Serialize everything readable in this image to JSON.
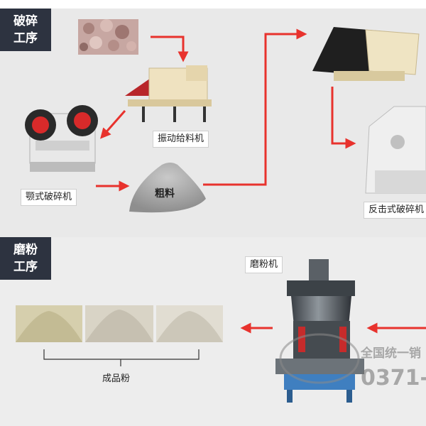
{
  "stages": {
    "crushing": {
      "line1": "破碎",
      "line2": "工序"
    },
    "grinding": {
      "line1": "磨粉",
      "line2": "工序"
    }
  },
  "labels": {
    "vibrating_feeder": "振动给料机",
    "jaw_crusher": "颚式破碎机",
    "coarse_material": "粗料",
    "impact_crusher": "反击式破碎机",
    "grinding_mill": "磨粉机",
    "finished_powder": "成品粉"
  },
  "watermark": {
    "text1": "全国统一销",
    "text2": "0371-"
  },
  "colors": {
    "arrow": "#e8322d",
    "stage_tag": "#2d3340",
    "panel_top": "#e9e9e9",
    "panel_bottom": "#ededed"
  }
}
